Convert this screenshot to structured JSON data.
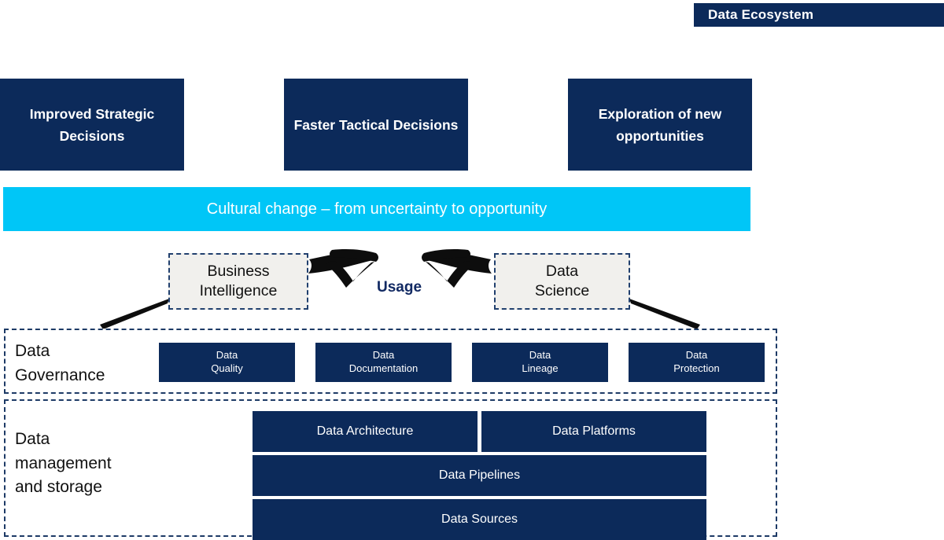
{
  "title": {
    "text": "Data Ecosystem",
    "background": "#0c2a5a",
    "color": "#ffffff"
  },
  "outcomes": {
    "items": [
      {
        "label": "Improved Strategic Decisions"
      },
      {
        "label": "Faster Tactical Decisions"
      },
      {
        "label": "Exploration of new opportunities"
      }
    ],
    "background": "#0c2a5a"
  },
  "culture": {
    "label": "Cultural change – from uncertainty to opportunity",
    "background": "#00c6f7",
    "color": "#ffffff"
  },
  "usage": {
    "label": "Usage",
    "label_color": "#122a63",
    "nodes": [
      {
        "name": "business-intelligence",
        "label": "Business\nIntelligence"
      },
      {
        "name": "data-science",
        "label": "Data\nScience"
      }
    ],
    "node_background": "#f1f0ed",
    "node_border_color": "#21406e"
  },
  "governance": {
    "label": "Data\nGovernance",
    "items": [
      {
        "label": "Data\nQuality"
      },
      {
        "label": "Data\nDocumentation"
      },
      {
        "label": "Data\nLineage"
      },
      {
        "label": "Data\nProtection"
      }
    ]
  },
  "storage": {
    "label": "Data\nmanagement\nand storage",
    "items": [
      {
        "name": "data-architecture",
        "label": "Data Architecture"
      },
      {
        "name": "data-platforms",
        "label": "Data Platforms"
      },
      {
        "name": "data-pipelines",
        "label": "Data Pipelines"
      },
      {
        "name": "data-sources",
        "label": "Data Sources"
      }
    ]
  },
  "theme": {
    "navy": "#0c2a5a",
    "cyan": "#00c6f7",
    "dashed_border": "#1d3a66",
    "light_gray": "#f1f0ed",
    "arrow_color": "#0d0d0d"
  }
}
